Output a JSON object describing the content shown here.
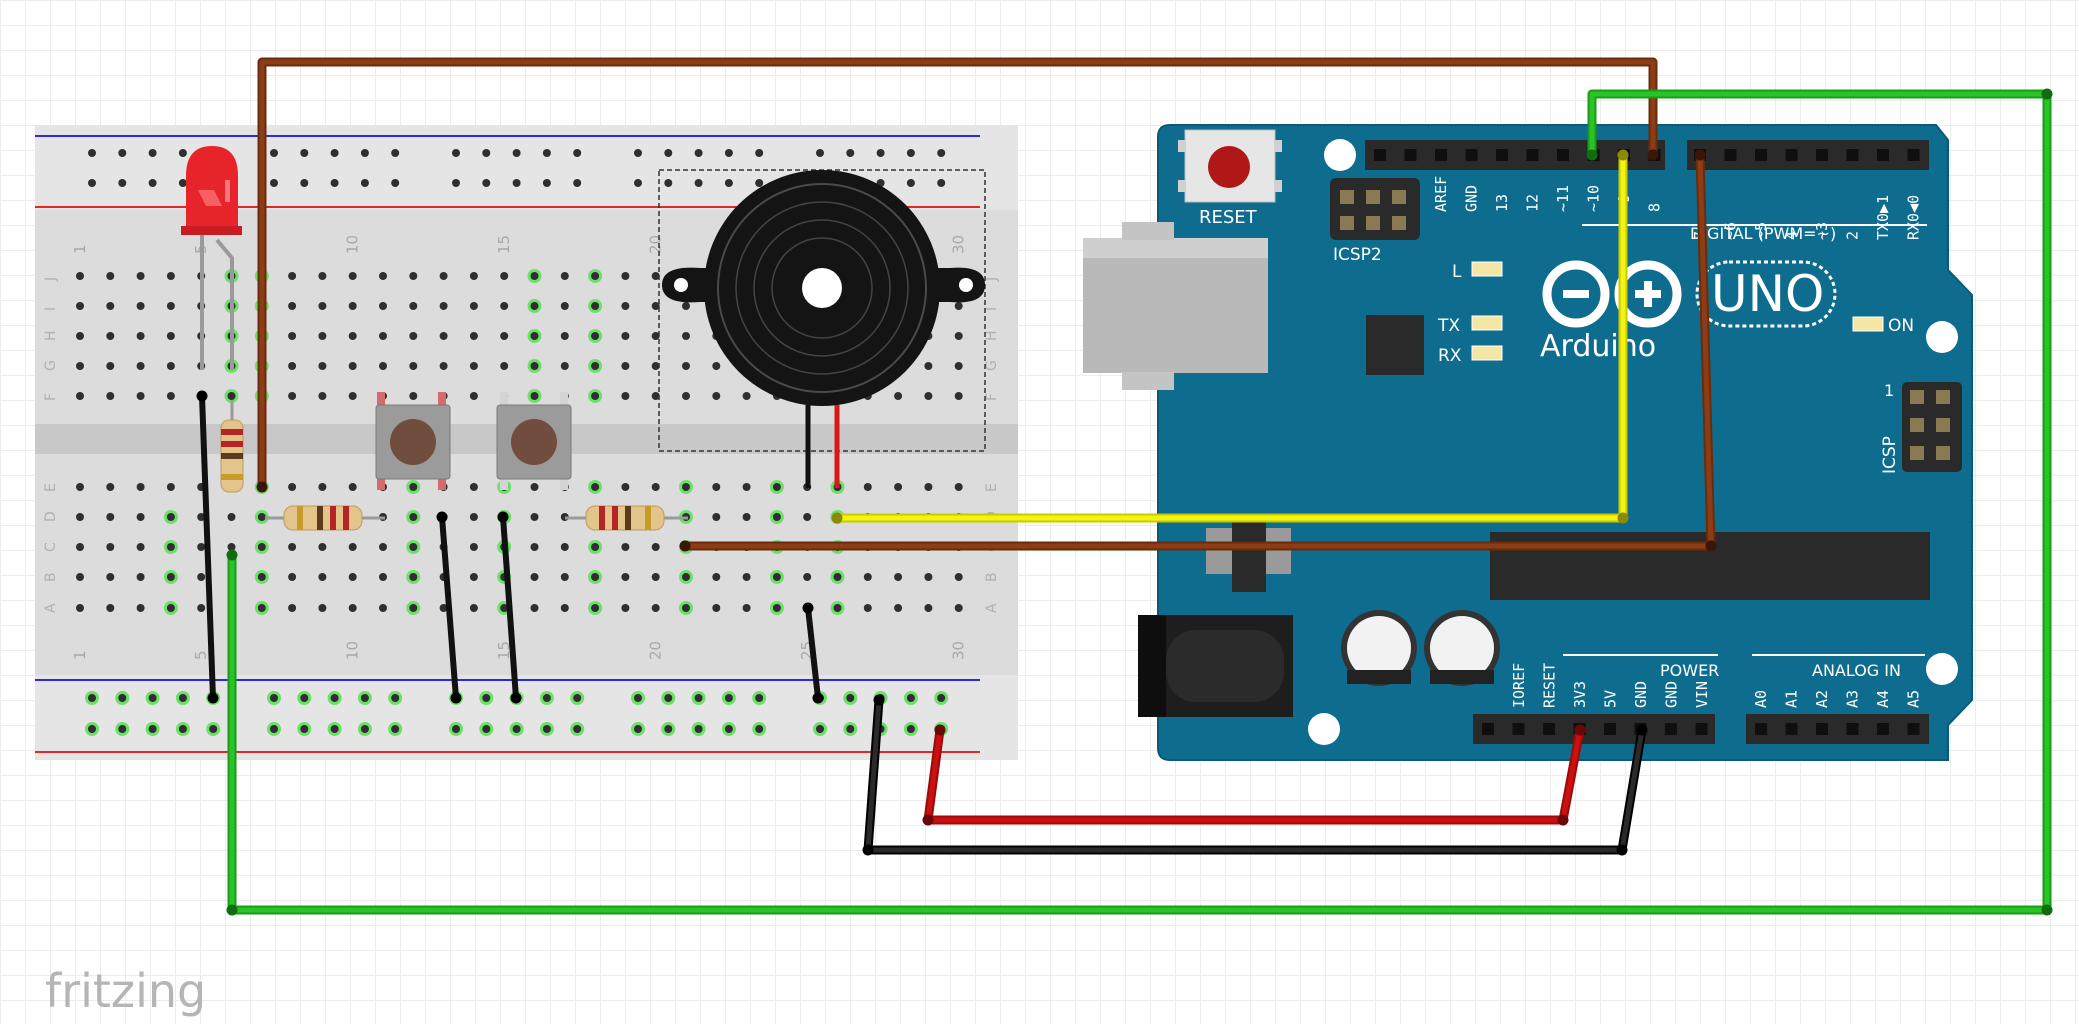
{
  "app_watermark": "fritzing",
  "breadboard": {
    "column_numbers": [
      "1",
      "5",
      "10",
      "15",
      "20",
      "25",
      "30"
    ],
    "row_letters_top": [
      "J",
      "I",
      "H",
      "G",
      "F"
    ],
    "row_letters_bottom": [
      "E",
      "D",
      "C",
      "B",
      "A"
    ]
  },
  "arduino": {
    "brand": "Arduino",
    "model": "UNO",
    "reset_label": "RESET",
    "icsp2_label": "ICSP2",
    "icsp_label": "ICSP",
    "icsp_pin1": "1",
    "digital_label": "DIGITAL (PWM=~)",
    "power_label": "POWER",
    "analog_label": "ANALOG IN",
    "led_l": "L",
    "led_tx": "TX",
    "led_rx": "RX",
    "led_on": "ON",
    "digital_pins_left": [
      "AREF",
      "GND",
      "13",
      "12",
      "~11",
      "~10",
      "~9",
      "8"
    ],
    "digital_pins_right": [
      "7",
      "~6",
      "~5",
      "4",
      "~3",
      "2",
      "TX0▶1",
      "RX0◀0"
    ],
    "power_pins": [
      "IOREF",
      "RESET",
      "3V3",
      "5V",
      "GND",
      "GND",
      "VIN"
    ],
    "analog_pins": [
      "A0",
      "A1",
      "A2",
      "A3",
      "A4",
      "A5"
    ]
  },
  "components": [
    "led-red",
    "resistor-led",
    "resistor-button-1",
    "resistor-button-2",
    "pushbutton-1",
    "pushbutton-2",
    "piezo-buzzer"
  ],
  "wire_colors": {
    "brown": "#7a3411",
    "green": "#2bc428",
    "yellow": "#f4f40c",
    "red": "#cc0f0f",
    "black": "#1c1c1c"
  },
  "colors": {
    "arduino_board": "#0e6d8f",
    "breadboard": "#dcdcdc",
    "connected_hole": "#6ee06a",
    "rail_blue": "#2a2ae0",
    "rail_red": "#e02a2a"
  }
}
